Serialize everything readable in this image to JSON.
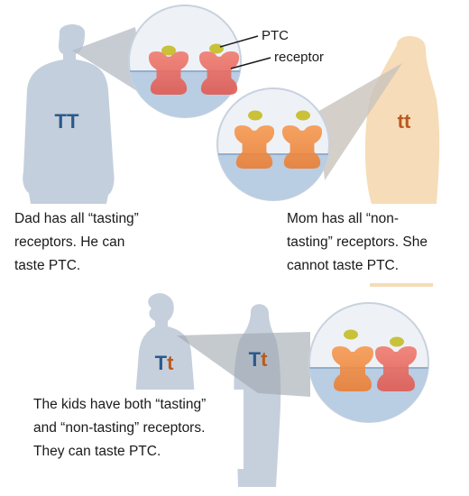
{
  "labels": {
    "ptc": "PTC",
    "receptor": "receptor"
  },
  "genotypes": {
    "dad": {
      "first": "T",
      "second": "T"
    },
    "mom": {
      "first": "t",
      "second": "t"
    },
    "kid1": {
      "first": "T",
      "second": "t"
    },
    "kid2": {
      "first": "T",
      "second": "t"
    }
  },
  "captions": {
    "dad": [
      "Dad has all “tasting”",
      "receptors. He can",
      "taste PTC."
    ],
    "mom": [
      "Mom has all “non-",
      "tasting” receptors. She",
      "cannot  taste  PTC."
    ],
    "kids": [
      "The kids have both “tasting”",
      "and “non-tasting” receptors.",
      "They can taste  PTC."
    ]
  },
  "colors": {
    "tasting_receptor": "#e8695e",
    "non_tasting_receptor": "#f0893e",
    "ptc_molecule": "#c9c13a",
    "dominant_allele": "#2a5a8c",
    "recessive_allele": "#b85a1e",
    "dad_silhouette": "#c3cfdc",
    "mom_silhouette": "#f6dcb8",
    "kids_silhouette": "#c6d0dc",
    "membrane": "#b9cde3"
  }
}
